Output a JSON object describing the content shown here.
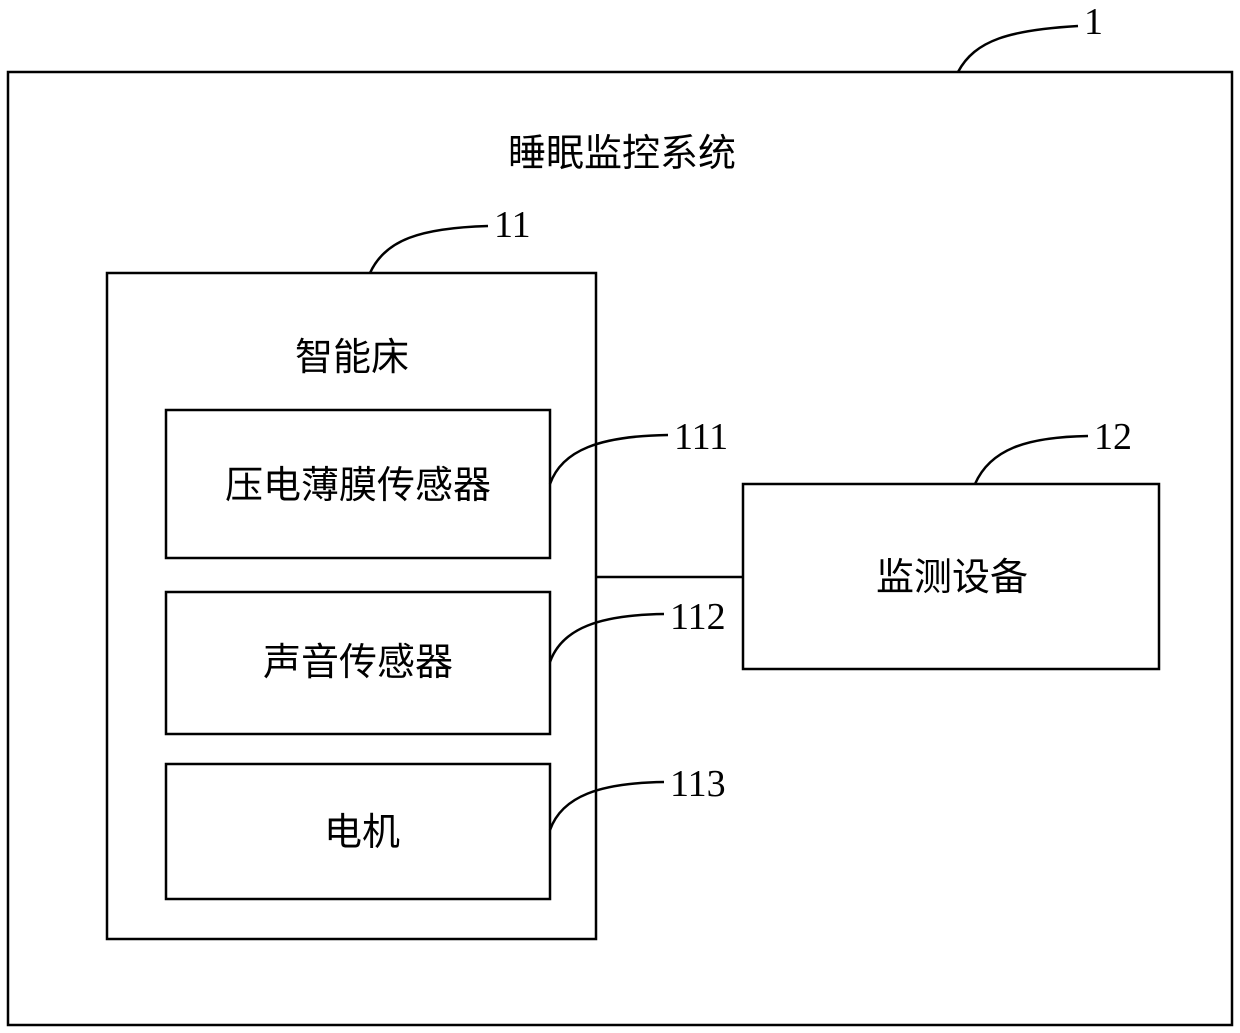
{
  "system": {
    "ref": "1",
    "title": "睡眠监控系统"
  },
  "smart_bed": {
    "ref": "11",
    "title": "智能床",
    "components": [
      {
        "ref": "111",
        "label": "压电薄膜传感器"
      },
      {
        "ref": "112",
        "label": "声音传感器"
      },
      {
        "ref": "113",
        "label": "电机"
      }
    ]
  },
  "monitor": {
    "ref": "12",
    "label": "监测设备"
  }
}
